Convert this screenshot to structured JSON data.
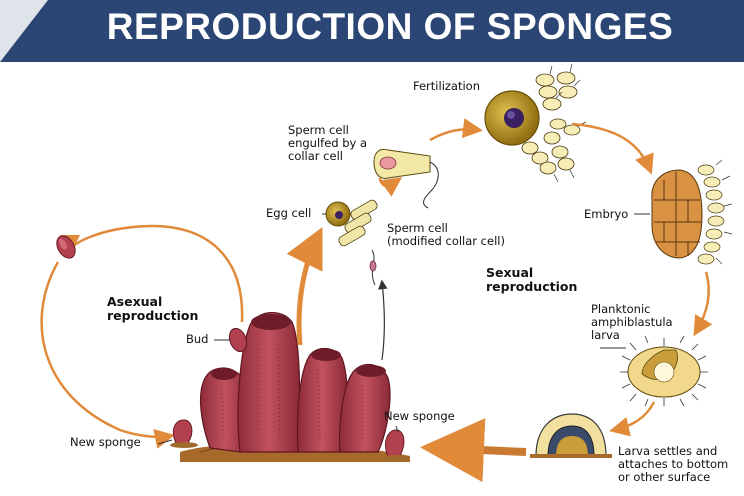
{
  "title": "REPRODUCTION OF SPONGES",
  "labels": {
    "fertilization": "Fertilization",
    "sperm_engulfed_1": "Sperm cell",
    "sperm_engulfed_2": "engulfed by a",
    "sperm_engulfed_3": "collar cell",
    "egg_cell": "Egg cell",
    "sperm_cell_1": "Sperm cell",
    "sperm_cell_2": "(modified collar cell)",
    "embryo": "Embryo",
    "sexual_1": "Sexual",
    "sexual_2": "reproduction",
    "asexual_1": "Asexual",
    "asexual_2": "reproduction",
    "bud": "Bud",
    "larva_1": "Planktonic",
    "larva_2": "amphiblastula",
    "larva_3": "larva",
    "new_sponge_left": "New sponge",
    "new_sponge_right": "New sponge",
    "settles_1": "Larva settles and",
    "settles_2": "attaches to bottom",
    "settles_3": "or other surface"
  },
  "colors": {
    "header_bg": "#2b4674",
    "arrow": "#e08a3a",
    "sponge": "#b2404e",
    "egg": "#a8851a"
  }
}
